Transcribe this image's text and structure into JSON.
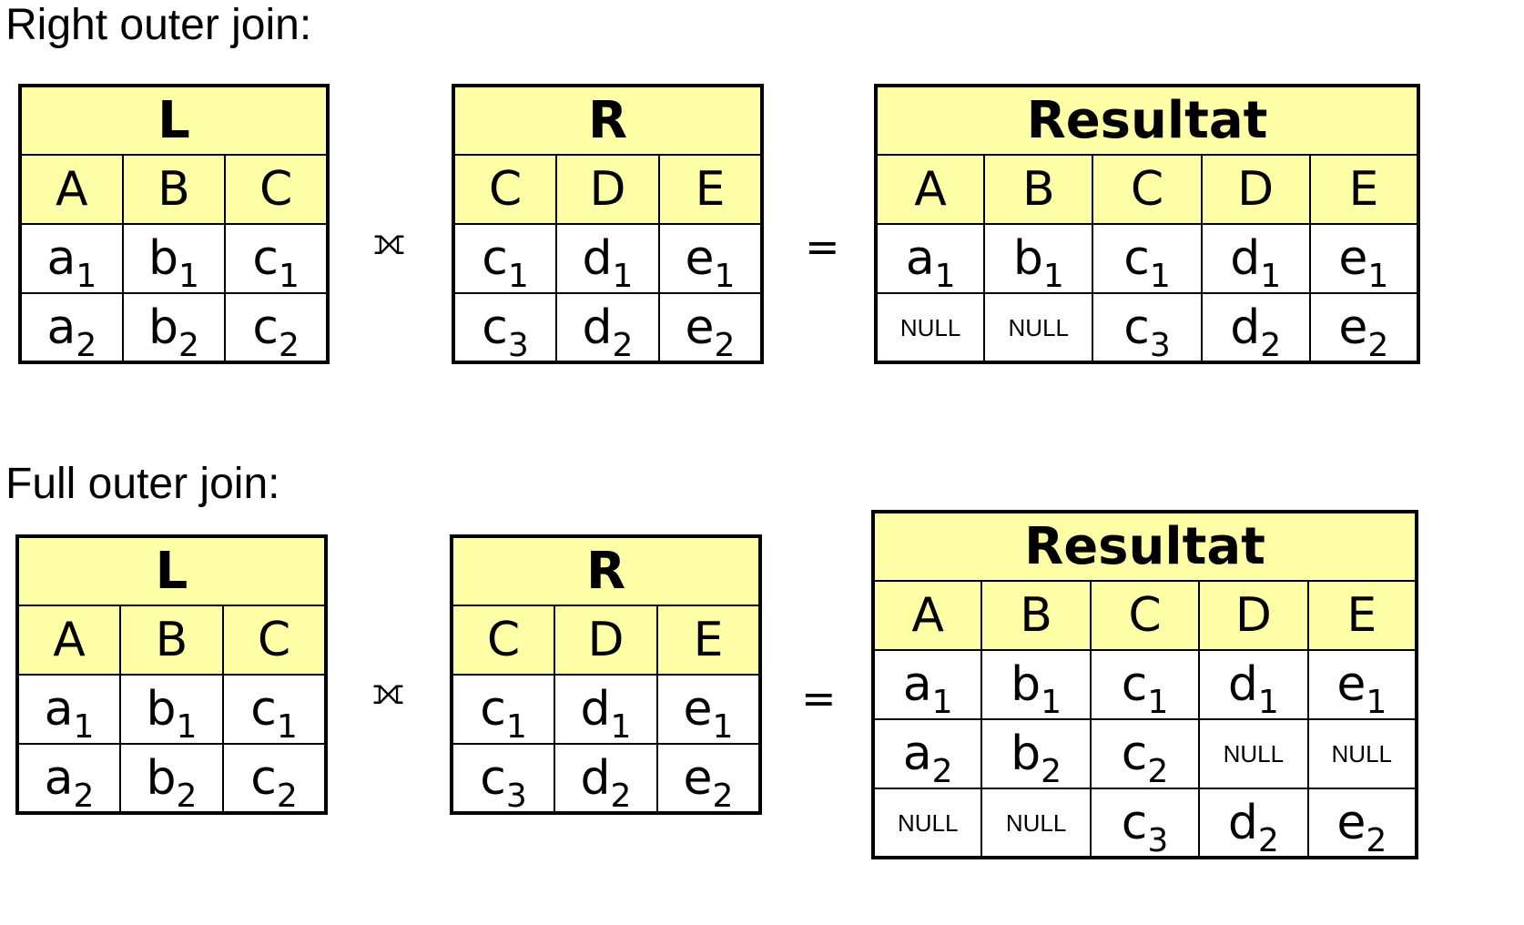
{
  "sections": [
    {
      "title": "Right outer join:",
      "join_symbol": "⟗",
      "equals_symbol": "=",
      "tables": {
        "L": {
          "name": "L",
          "columns": [
            "A",
            "B",
            "C"
          ],
          "rows": [
            [
              {
                "v": "a",
                "s": "1"
              },
              {
                "v": "b",
                "s": "1"
              },
              {
                "v": "c",
                "s": "1"
              }
            ],
            [
              {
                "v": "a",
                "s": "2"
              },
              {
                "v": "b",
                "s": "2"
              },
              {
                "v": "c",
                "s": "2"
              }
            ]
          ]
        },
        "R": {
          "name": "R",
          "columns": [
            "C",
            "D",
            "E"
          ],
          "rows": [
            [
              {
                "v": "c",
                "s": "1"
              },
              {
                "v": "d",
                "s": "1"
              },
              {
                "v": "e",
                "s": "1"
              }
            ],
            [
              {
                "v": "c",
                "s": "3"
              },
              {
                "v": "d",
                "s": "2"
              },
              {
                "v": "e",
                "s": "2"
              }
            ]
          ]
        },
        "Result": {
          "name": "Resultat",
          "columns": [
            "A",
            "B",
            "C",
            "D",
            "E"
          ],
          "rows": [
            [
              {
                "v": "a",
                "s": "1"
              },
              {
                "v": "b",
                "s": "1"
              },
              {
                "v": "c",
                "s": "1"
              },
              {
                "v": "d",
                "s": "1"
              },
              {
                "v": "e",
                "s": "1"
              }
            ],
            [
              {
                "null": "NULL"
              },
              {
                "null": "NULL"
              },
              {
                "v": "c",
                "s": "3"
              },
              {
                "v": "d",
                "s": "2"
              },
              {
                "v": "e",
                "s": "2"
              }
            ]
          ]
        }
      }
    },
    {
      "title": "Full outer join:",
      "join_symbol": "⟗",
      "equals_symbol": "=",
      "tables": {
        "L": {
          "name": "L",
          "columns": [
            "A",
            "B",
            "C"
          ],
          "rows": [
            [
              {
                "v": "a",
                "s": "1"
              },
              {
                "v": "b",
                "s": "1"
              },
              {
                "v": "c",
                "s": "1"
              }
            ],
            [
              {
                "v": "a",
                "s": "2"
              },
              {
                "v": "b",
                "s": "2"
              },
              {
                "v": "c",
                "s": "2"
              }
            ]
          ]
        },
        "R": {
          "name": "R",
          "columns": [
            "C",
            "D",
            "E"
          ],
          "rows": [
            [
              {
                "v": "c",
                "s": "1"
              },
              {
                "v": "d",
                "s": "1"
              },
              {
                "v": "e",
                "s": "1"
              }
            ],
            [
              {
                "v": "c",
                "s": "3"
              },
              {
                "v": "d",
                "s": "2"
              },
              {
                "v": "e",
                "s": "2"
              }
            ]
          ]
        },
        "Result": {
          "name": "Resultat",
          "columns": [
            "A",
            "B",
            "C",
            "D",
            "E"
          ],
          "rows": [
            [
              {
                "v": "a",
                "s": "1"
              },
              {
                "v": "b",
                "s": "1"
              },
              {
                "v": "c",
                "s": "1"
              },
              {
                "v": "d",
                "s": "1"
              },
              {
                "v": "e",
                "s": "1"
              }
            ],
            [
              {
                "v": "a",
                "s": "2"
              },
              {
                "v": "b",
                "s": "2"
              },
              {
                "v": "c",
                "s": "2"
              },
              {
                "null": "NULL"
              },
              {
                "null": "NULL"
              }
            ],
            [
              {
                "null": "NULL"
              },
              {
                "null": "NULL"
              },
              {
                "v": "c",
                "s": "3"
              },
              {
                "v": "d",
                "s": "2"
              },
              {
                "v": "e",
                "s": "2"
              }
            ]
          ]
        }
      }
    }
  ]
}
